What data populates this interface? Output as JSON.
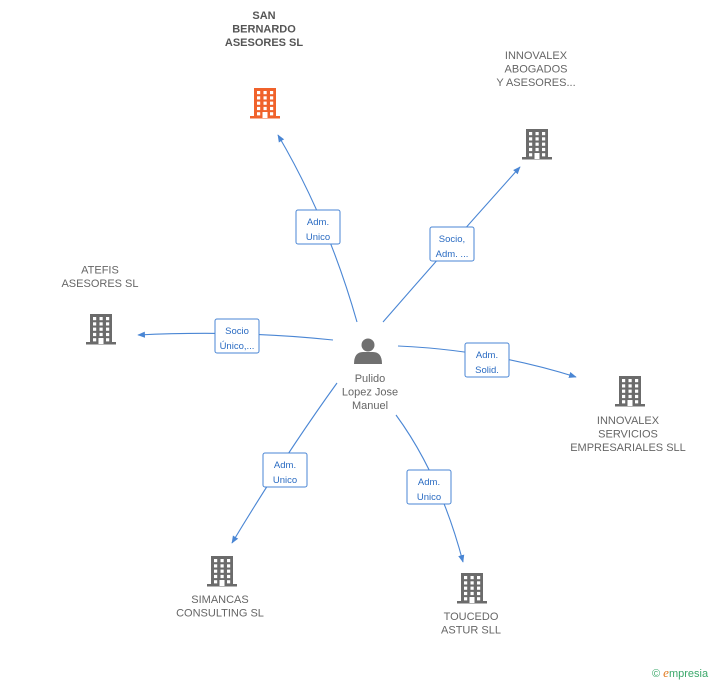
{
  "colors": {
    "edge": "#4a86d4",
    "edge_text": "#2a6bc2",
    "company": "#6b6b6b",
    "company_highlight": "#f0622b",
    "person": "#707070"
  },
  "center": {
    "icon": "person-icon",
    "label": [
      "Pulido",
      "Lopez Jose",
      "Manuel"
    ]
  },
  "companies": [
    {
      "id": "san-bernardo",
      "icon": "building-icon",
      "highlight": true,
      "label": [
        "SAN",
        "BERNARDO",
        "ASESORES SL"
      ]
    },
    {
      "id": "innovalex-abogados",
      "icon": "building-icon",
      "highlight": false,
      "label": [
        "INNOVALEX",
        "ABOGADOS",
        "Y ASESORES..."
      ]
    },
    {
      "id": "atefis",
      "icon": "building-icon",
      "highlight": false,
      "label": [
        "ATEFIS",
        "ASESORES  SL"
      ]
    },
    {
      "id": "innovalex-servicios",
      "icon": "building-icon",
      "highlight": false,
      "label": [
        "INNOVALEX",
        "SERVICIOS",
        "EMPRESARIALES SLL"
      ]
    },
    {
      "id": "simancas",
      "icon": "building-icon",
      "highlight": false,
      "label": [
        "SIMANCAS",
        "CONSULTING SL"
      ]
    },
    {
      "id": "toucedo",
      "icon": "building-icon",
      "highlight": false,
      "label": [
        "TOUCEDO",
        "ASTUR SLL"
      ]
    }
  ],
  "edges": [
    {
      "to": "san-bernardo",
      "label": [
        "Adm.",
        "Unico"
      ]
    },
    {
      "to": "innovalex-abogados",
      "label": [
        "Socio,",
        "Adm. ..."
      ]
    },
    {
      "to": "atefis",
      "label": [
        "Socio",
        "Único,..."
      ]
    },
    {
      "to": "innovalex-servicios",
      "label": [
        "Adm.",
        "Solid."
      ]
    },
    {
      "to": "simancas",
      "label": [
        "Adm.",
        "Unico"
      ]
    },
    {
      "to": "toucedo",
      "label": [
        "Adm.",
        "Unico"
      ]
    }
  ],
  "watermark": {
    "symbol": "©",
    "brand_initial": "e",
    "brand_rest": "mpresia"
  }
}
